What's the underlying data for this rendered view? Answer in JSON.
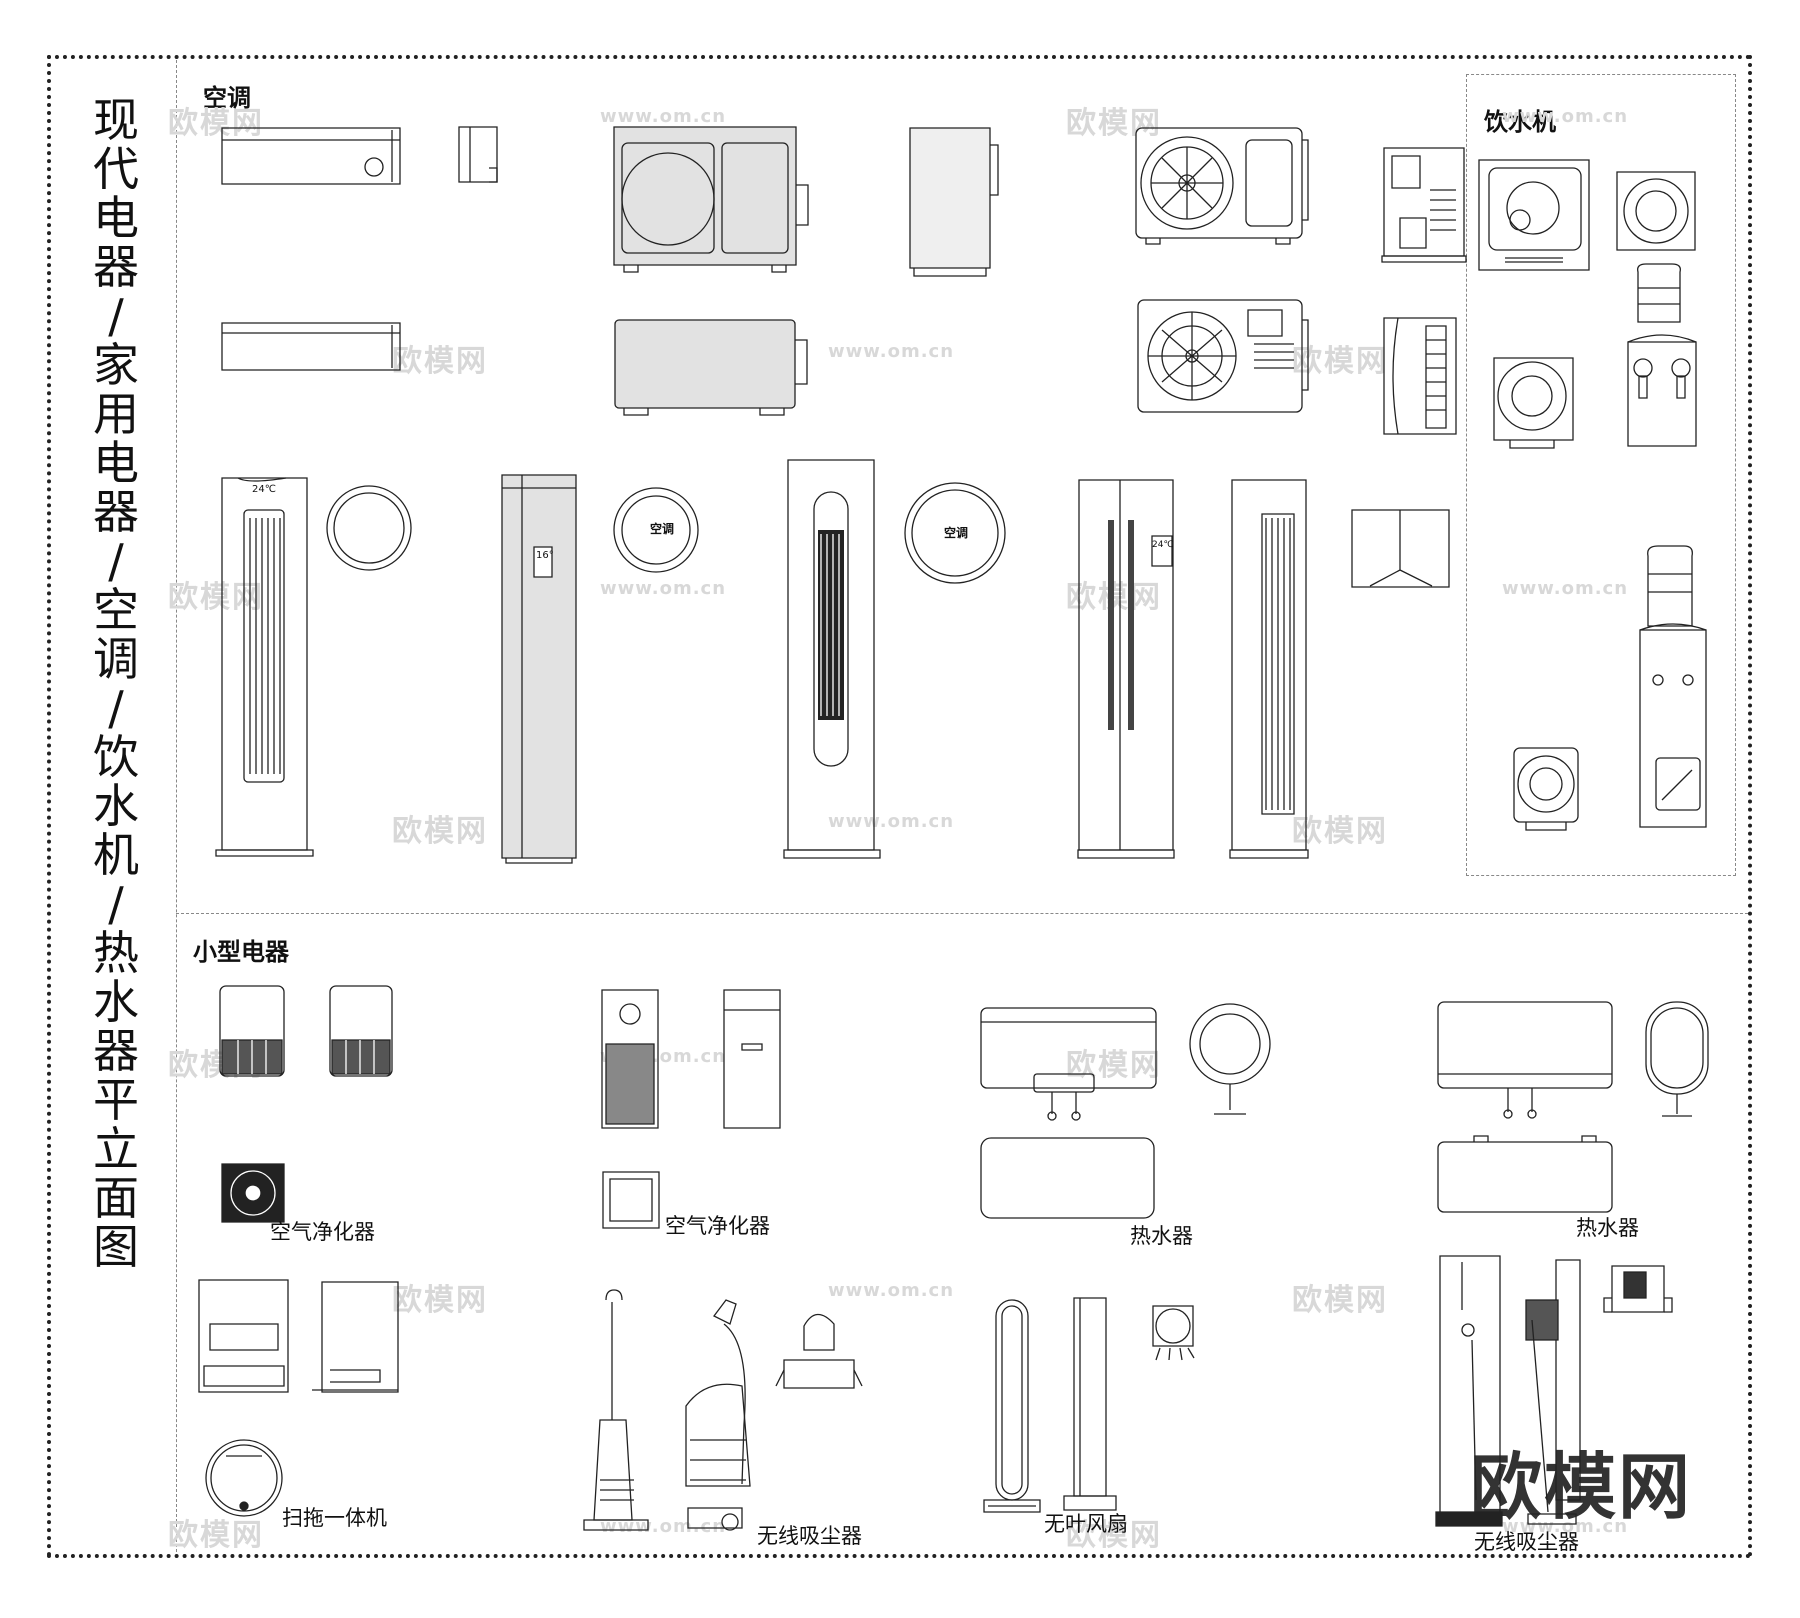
{
  "sidebar": {
    "title_chars": [
      "现",
      "代",
      "电",
      "器",
      "/",
      "家",
      "用",
      "电",
      "器",
      "/",
      "空",
      "调",
      "/",
      "饮",
      "水",
      "机",
      "/",
      "热",
      "水",
      "器",
      "平",
      "立",
      "面",
      "图"
    ]
  },
  "sections": {
    "air_conditioner": "空调",
    "water_dispenser": "饮水机",
    "small_appliances": "小型电器"
  },
  "labels": {
    "air_purifier_1": "空气净化器",
    "air_purifier_2": "空气净化器",
    "water_heater_1": "热水器",
    "water_heater_2": "热水器",
    "mop_robot": "扫拖一体机",
    "vacuum_1": "无线吸尘器",
    "bladeless_fan": "无叶风扇",
    "vacuum_2": "无线吸尘器",
    "remote_text_1": "空调",
    "remote_text_2": "空调",
    "display_24c_1": "24℃",
    "display_24c_2": "24℃",
    "display_16": "16°"
  },
  "watermark": {
    "brand": "欧模网",
    "url": "www.om.cn"
  },
  "colors": {
    "line": "#222222",
    "fill_gray": "#e2e2e2",
    "watermark": "#d8d8d8"
  }
}
